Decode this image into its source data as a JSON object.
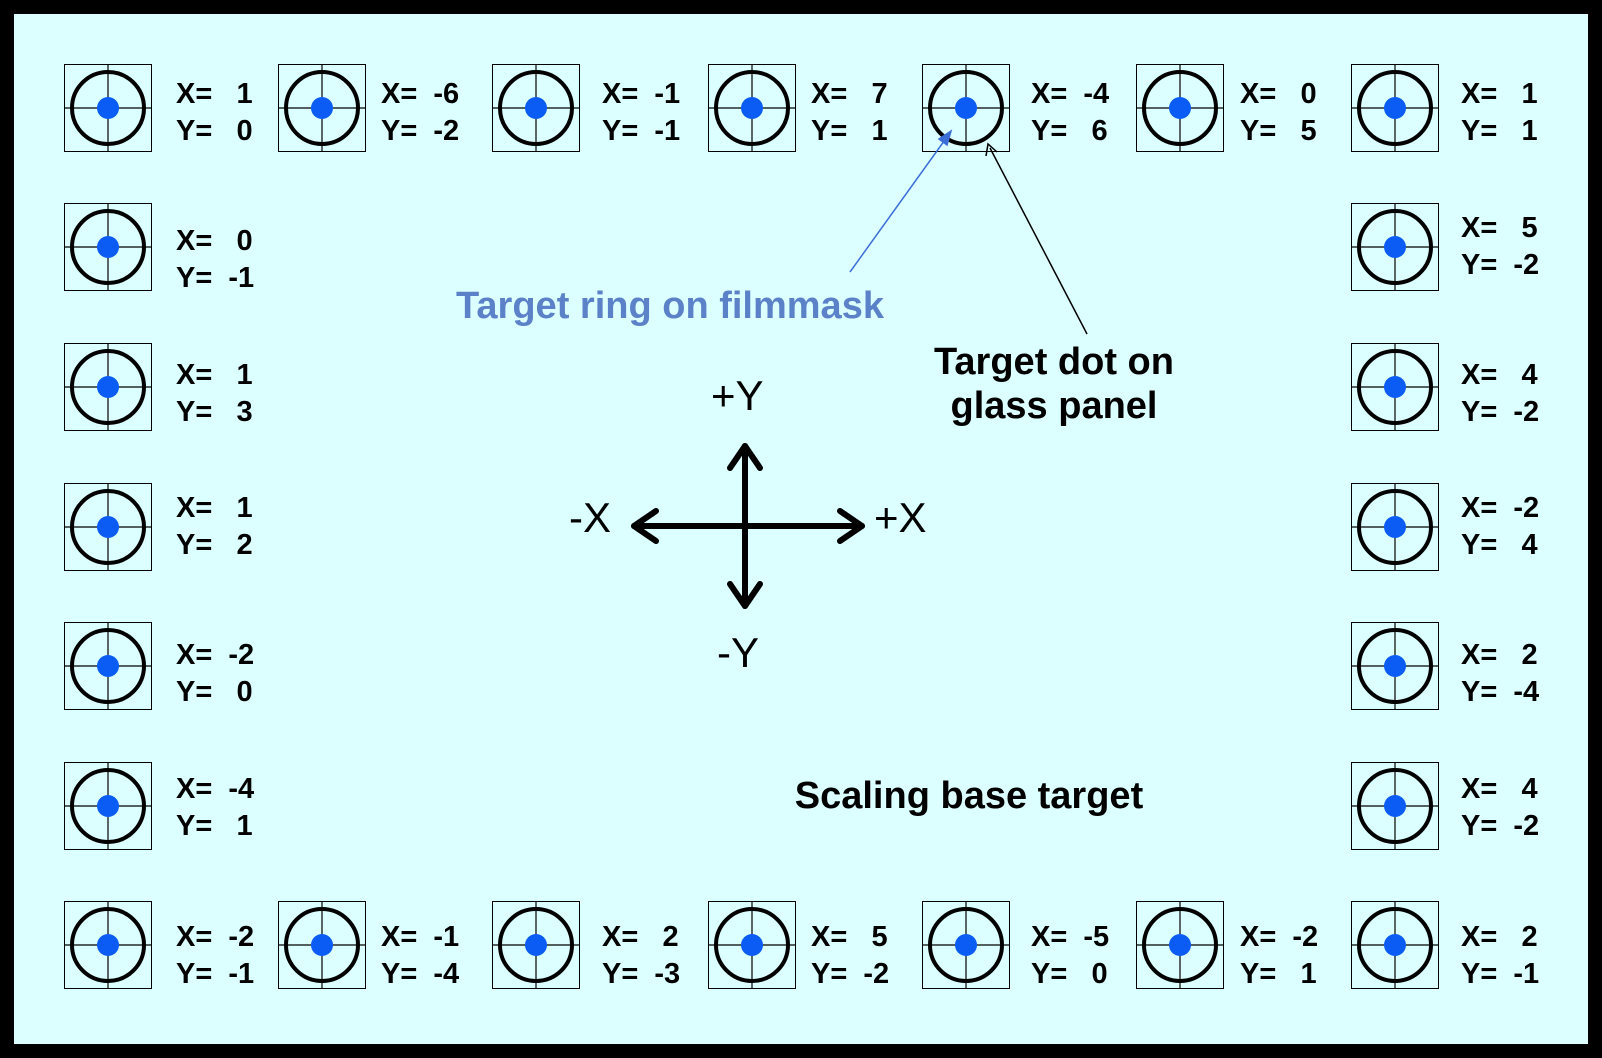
{
  "colors": {
    "background": "#dcffff",
    "frame": "#000000",
    "dot": "#0a5cf5",
    "ring": "#000000",
    "ring_callout": "#5b82c8"
  },
  "legend": {
    "ring_label": "Target ring on filmmask",
    "dot_label_line1": "Target dot on",
    "dot_label_line2": "glass panel",
    "base_label": "Scaling base target"
  },
  "axes": {
    "py": "+Y",
    "ny": "-Y",
    "px": "+X",
    "nx": "-X"
  },
  "targets": [
    {
      "x": "X=   1",
      "y": "Y=   0"
    },
    {
      "x": "X=  -6",
      "y": "Y=  -2"
    },
    {
      "x": "X=  -1",
      "y": "Y=  -1"
    },
    {
      "x": "X=   7",
      "y": "Y=   1"
    },
    {
      "x": "X=  -4",
      "y": "Y=   6"
    },
    {
      "x": "X=   0",
      "y": "Y=   5"
    },
    {
      "x": "X=   1",
      "y": "Y=   1"
    },
    {
      "x": "X=   0",
      "y": "Y=  -1"
    },
    {
      "x": "X=   5",
      "y": "Y=  -2"
    },
    {
      "x": "X=   1",
      "y": "Y=   3"
    },
    {
      "x": "X=   4",
      "y": "Y=  -2"
    },
    {
      "x": "X=   1",
      "y": "Y=   2"
    },
    {
      "x": "X=  -2",
      "y": "Y=   4"
    },
    {
      "x": "X=  -2",
      "y": "Y=   0"
    },
    {
      "x": "X=   2",
      "y": "Y=  -4"
    },
    {
      "x": "X=  -4",
      "y": "Y=   1"
    },
    {
      "x": "X=   4",
      "y": "Y=  -2"
    },
    {
      "x": "X=  -2",
      "y": "Y=  -1"
    },
    {
      "x": "X=  -1",
      "y": "Y=  -4"
    },
    {
      "x": "X=   2",
      "y": "Y=  -3"
    },
    {
      "x": "X=   5",
      "y": "Y=  -2"
    },
    {
      "x": "X=  -5",
      "y": "Y=   0"
    },
    {
      "x": "X=  -2",
      "y": "Y=   1"
    },
    {
      "x": "X=   2",
      "y": "Y=  -1"
    }
  ]
}
